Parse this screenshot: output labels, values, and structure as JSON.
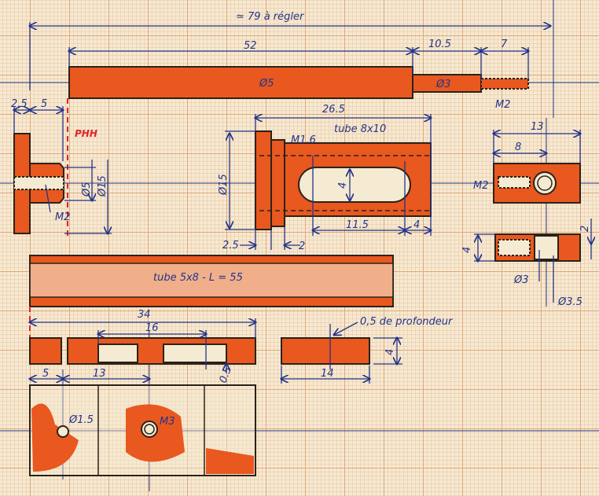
{
  "title": "≃ 79 à régler",
  "rod": {
    "length": "52",
    "diameter": "Ø5",
    "small_length": "10.5",
    "thread_length": "7",
    "small_diameter": "Ø3",
    "thread": "M2"
  },
  "knob": {
    "flange": "2.5",
    "hub": "5",
    "marker": "PHH",
    "bore": "Ø5",
    "outer": "Ø15",
    "thread": "M2"
  },
  "slider": {
    "length": "26.5",
    "name": "tube 8x10",
    "thread": "M1.6",
    "flange_dia": "Ø15",
    "slot_width": "4",
    "slot_length": "11.5",
    "end": "4",
    "flange": "2.5",
    "step": "2"
  },
  "block": {
    "length": "13",
    "hole_pos": "8",
    "thread": "M2",
    "height": "4",
    "depth": "2",
    "hole": "Ø3",
    "counterbore": "Ø3.5"
  },
  "tube": {
    "label": "tube 5x8 - L = 55"
  },
  "base": {
    "length": "34",
    "slot": "16",
    "depth": "0.5",
    "offset1": "5",
    "offset2": "13",
    "hole_small": "Ø1.5",
    "thread": "M3"
  },
  "pad": {
    "note": "0,5 de profondeur",
    "height": "4",
    "length": "14"
  }
}
